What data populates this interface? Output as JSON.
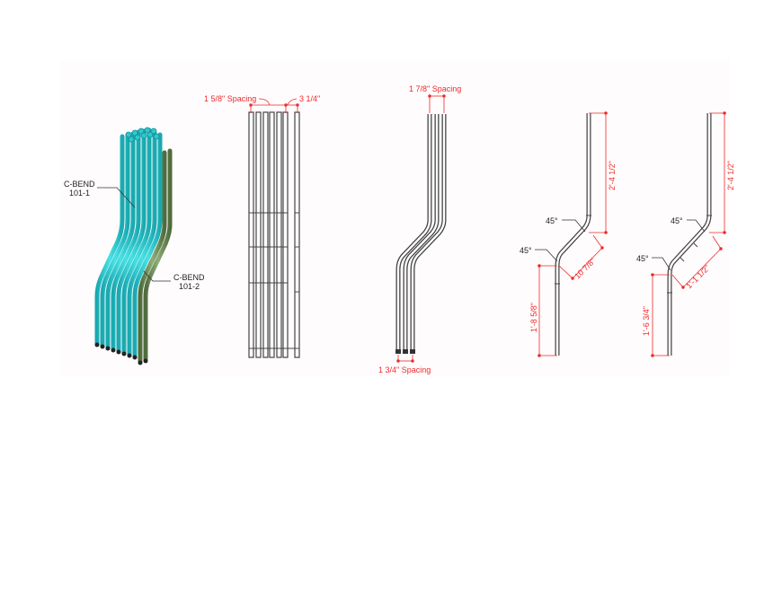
{
  "diagram": {
    "type": "rebar bending detail",
    "colors": {
      "background_panel": "#fffcfd",
      "rebar_group_1": "#2ec8cf",
      "rebar_group_2": "#6f8f5a",
      "dimension": "#ee2a2a",
      "outline": "#444444",
      "leader": "#333333"
    },
    "isometric_view": {
      "callouts": [
        {
          "line1": "C-BEND",
          "line2": "101-1"
        },
        {
          "line1": "C-BEND",
          "line2": "101-2"
        }
      ]
    },
    "front_view": {
      "dim_spacing": "1 5/8\" Spacing",
      "dim_offset": "3 1/4\""
    },
    "side_view": {
      "dim_top": "1 7/8\" Spacing",
      "dim_bottom": "1 3/4\" Spacing"
    },
    "bend_detail_1": {
      "angle_upper": "45°",
      "angle_lower": "45°",
      "dim_upper_leg": "2'-4 1/2\"",
      "dim_diagonal": "10 7/8\"",
      "dim_lower_leg": "1'-8 5/8\""
    },
    "bend_detail_2": {
      "angle_upper": "45°",
      "angle_lower": "45°",
      "dim_upper_leg": "2'-4 1/2\"",
      "dim_diagonal": "1'-1 1/2\"",
      "dim_lower_leg": "1'-6 3/4\""
    }
  }
}
